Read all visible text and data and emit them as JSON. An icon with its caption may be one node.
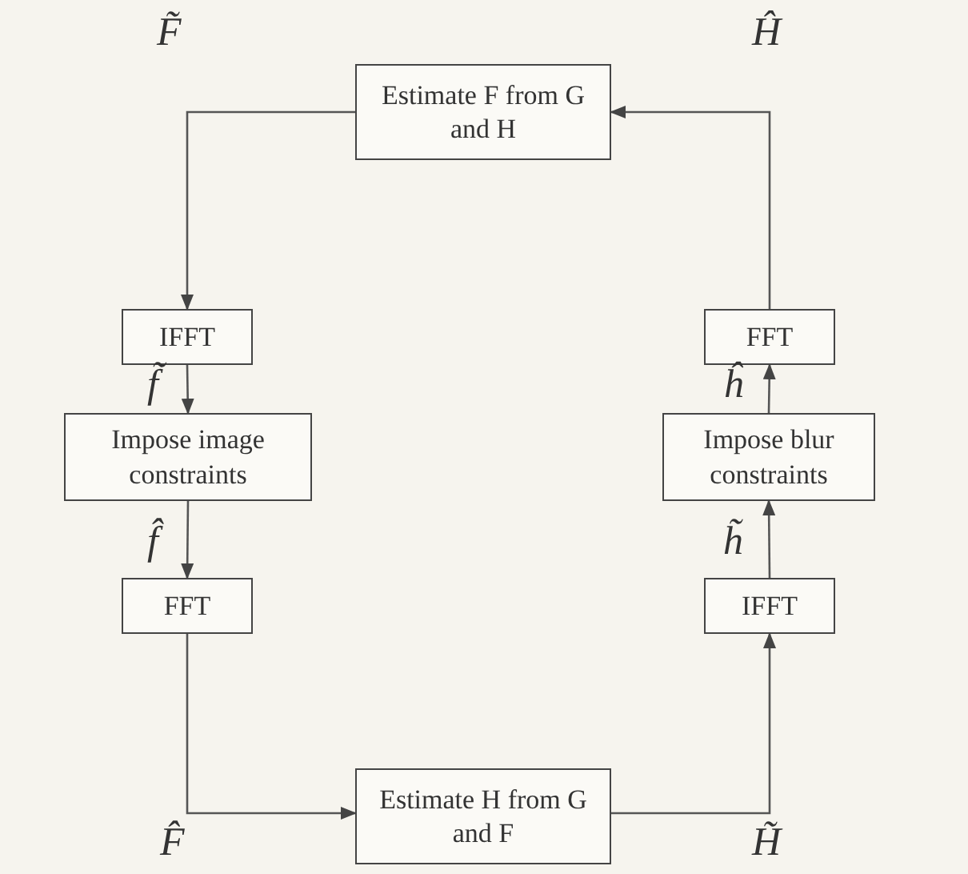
{
  "diagram": {
    "nodes": [
      {
        "text": [
          "Estimate F from G and H"
        ]
      },
      {
        "text": [
          "IFFT"
        ]
      },
      {
        "text": [
          "Impose image constraints"
        ]
      },
      {
        "text": [
          "FFT"
        ]
      },
      {
        "text": [
          "Estimate H from G and F"
        ]
      },
      {
        "text": [
          "IFFT"
        ]
      },
      {
        "text": [
          "Impose blur constraints"
        ]
      },
      {
        "text": [
          "FFT"
        ]
      }
    ],
    "edges": [
      {
        "from": 0,
        "to": 1,
        "arrow": "to",
        "label": "F̃"
      },
      {
        "from": 1,
        "to": 2,
        "arrow": "to",
        "label": "f̃"
      },
      {
        "from": 2,
        "to": 3,
        "arrow": "to",
        "label": "f̂"
      },
      {
        "from": 3,
        "to": 4,
        "arrow": "to",
        "label": "F̂"
      },
      {
        "from": 4,
        "to": 5,
        "arrow": "to",
        "label": "H̃"
      },
      {
        "from": 5,
        "to": 6,
        "arrow": "to",
        "label": "h̃"
      },
      {
        "from": 6,
        "to": 7,
        "arrow": "to",
        "label": "ĥ"
      },
      {
        "from": 7,
        "to": 0,
        "arrow": "to",
        "label": "Ĥ"
      }
    ]
  }
}
